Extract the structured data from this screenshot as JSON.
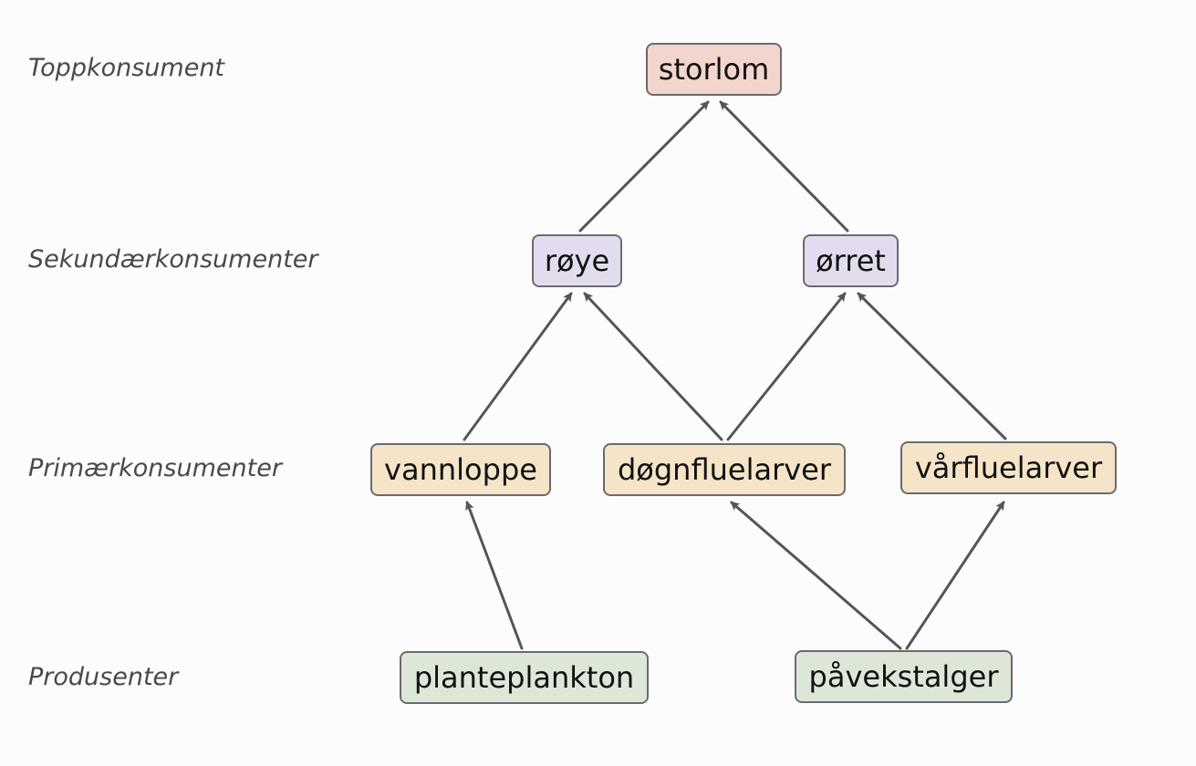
{
  "levels": [
    {
      "id": "top",
      "label": "Toppkonsument"
    },
    {
      "id": "secondary",
      "label": "Sekundærkonsumenter"
    },
    {
      "id": "primary",
      "label": "Primærkonsumenter"
    },
    {
      "id": "producers",
      "label": "Produsenter"
    }
  ],
  "nodes": [
    {
      "id": "storlom",
      "label": "storlom",
      "level": "top",
      "fill": "#f2d5cd"
    },
    {
      "id": "roye",
      "label": "røye",
      "level": "secondary",
      "fill": "#e3dcee"
    },
    {
      "id": "orret",
      "label": "ørret",
      "level": "secondary",
      "fill": "#e3dcee"
    },
    {
      "id": "vannloppe",
      "label": "vannloppe",
      "level": "primary",
      "fill": "#f5e4c8"
    },
    {
      "id": "dognfluelarver",
      "label": "døgnfluelarver",
      "level": "primary",
      "fill": "#f5e4c8"
    },
    {
      "id": "varfluelarver",
      "label": "vårfluelarver",
      "level": "primary",
      "fill": "#f5e4c8"
    },
    {
      "id": "planteplankton",
      "label": "planteplankton",
      "level": "producers",
      "fill": "#dde7d8"
    },
    {
      "id": "pavekstalger",
      "label": "påvekstalger",
      "level": "producers",
      "fill": "#dde7d8"
    }
  ],
  "edges": [
    {
      "from": "roye",
      "to": "storlom"
    },
    {
      "from": "orret",
      "to": "storlom"
    },
    {
      "from": "vannloppe",
      "to": "roye"
    },
    {
      "from": "dognfluelarver",
      "to": "roye"
    },
    {
      "from": "dognfluelarver",
      "to": "orret"
    },
    {
      "from": "varfluelarver",
      "to": "orret"
    },
    {
      "from": "planteplankton",
      "to": "vannloppe"
    },
    {
      "from": "pavekstalger",
      "to": "dognfluelarver"
    },
    {
      "from": "pavekstalger",
      "to": "varfluelarver"
    }
  ],
  "colors": {
    "arrow": "#555457",
    "node_border": "#6b6a6e",
    "level_label": "#4a484c"
  }
}
